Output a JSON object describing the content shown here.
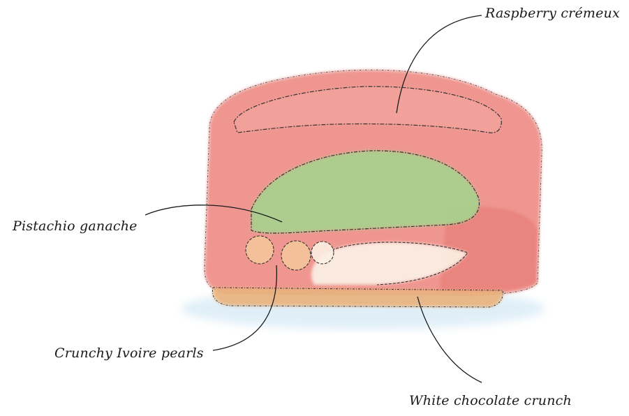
{
  "labels": {
    "raspberry": "Raspberry crémeux",
    "pistachio": "Pistachio ganache",
    "pearls": "Crunchy Ivoire pearls",
    "crunch": "White chocolate crunch"
  },
  "colors": {
    "raspberry": "#ee8e87",
    "raspberry_dark": "#e6766f",
    "pistachio": "#a9d08e",
    "pearl": "#f3c29b",
    "crunch": "#e9b27c",
    "white_choc": "#fbeee3",
    "shadow": "#d9ebf6",
    "ink": "#1a1a1a"
  }
}
